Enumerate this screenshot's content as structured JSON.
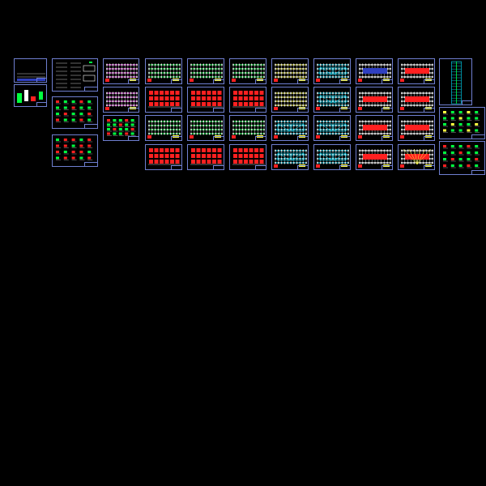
{
  "canvas": {
    "background": "#000000"
  },
  "colors": {
    "frame": "#6f7fd0",
    "grid": "#ffffff",
    "column": "#ff2020",
    "member": "#00ff40",
    "alt_member": "#ff40ff",
    "slab": "#00e0ff",
    "note": "#ffff40",
    "panel": "#3040c0"
  },
  "sheets": [
    {
      "kind": "cover"
    },
    {
      "kind": "notes"
    },
    {
      "kind": "legend"
    },
    {
      "kind": "details-green"
    },
    {
      "kind": "details-red"
    },
    {
      "kind": "plan-pink"
    },
    {
      "kind": "plan-grid"
    },
    {
      "kind": "plan-grid"
    },
    {
      "kind": "plan-grid"
    },
    {
      "kind": "plan-yellow"
    },
    {
      "kind": "plan-cyan"
    },
    {
      "kind": "plan-blue-band"
    },
    {
      "kind": "plan-red-band"
    },
    {
      "kind": "elevation-tall"
    },
    {
      "kind": "plan-pink"
    },
    {
      "kind": "schedule-red"
    },
    {
      "kind": "schedule-red"
    },
    {
      "kind": "schedule-red"
    },
    {
      "kind": "plan-yellow"
    },
    {
      "kind": "plan-cyan"
    },
    {
      "kind": "plan-red-band"
    },
    {
      "kind": "plan-red-band"
    },
    {
      "kind": "details-green"
    },
    {
      "kind": "plan-grid"
    },
    {
      "kind": "plan-grid"
    },
    {
      "kind": "plan-grid"
    },
    {
      "kind": "plan-cyan"
    },
    {
      "kind": "plan-cyan"
    },
    {
      "kind": "plan-red-band"
    },
    {
      "kind": "plan-red-band"
    },
    {
      "kind": "details-mixed"
    },
    {
      "kind": "schedule-red"
    },
    {
      "kind": "schedule-red"
    },
    {
      "kind": "schedule-red"
    },
    {
      "kind": "plan-cyan"
    },
    {
      "kind": "plan-cyan"
    },
    {
      "kind": "plan-red-band"
    },
    {
      "kind": "plan-fan"
    },
    {
      "kind": "details-green"
    }
  ]
}
